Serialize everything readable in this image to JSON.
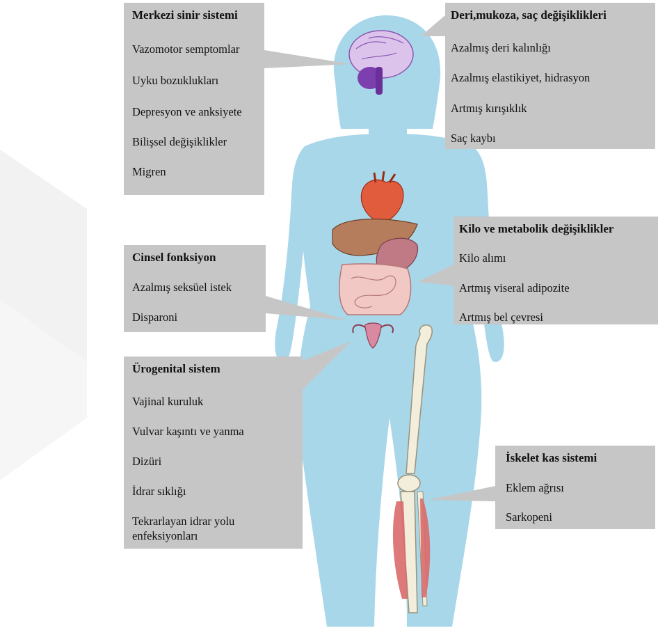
{
  "colors": {
    "body_fill": "#a8d7ea",
    "box_fill": "#c6c6c6",
    "watermark": "#f1f1f1",
    "muscle": "#d96a6a",
    "bone": "#f3eedb"
  },
  "boxes": {
    "cns": {
      "title": "Merkezi sinir sistemi",
      "items": [
        "Vazomotor semptomlar",
        "Uyku bozuklukları",
        "Depresyon ve anksiyete",
        "Bilişsel değişiklikler",
        "Migren"
      ]
    },
    "skin": {
      "title": "Deri,mukoza, saç değişiklikleri",
      "items": [
        "Azalmış deri kalınlığı",
        "Azalmış elastikiyet, hidrasyon",
        "Artmış kırışıklık",
        "Saç kaybı"
      ]
    },
    "weight": {
      "title": "Kilo ve metabolik değişiklikler",
      "items": [
        "Kilo alımı",
        "Artmış viseral adipozite",
        "Artmış bel çevresi"
      ]
    },
    "sexual": {
      "title": "Cinsel fonksiyon",
      "items": [
        "Azalmış seksüel istek",
        "Disparoni"
      ]
    },
    "urogenital": {
      "title": "Ürogenital sistem",
      "items": [
        "Vajinal kuruluk",
        "Vulvar kaşıntı ve yanma",
        "Dizüri",
        "İdrar sıklığı",
        "Tekrarlayan idrar yolu enfeksiyonları"
      ]
    },
    "skeletal": {
      "title": "İskelet kas sistemi",
      "items": [
        "Eklem ağrısı",
        "Sarkopeni"
      ]
    }
  }
}
